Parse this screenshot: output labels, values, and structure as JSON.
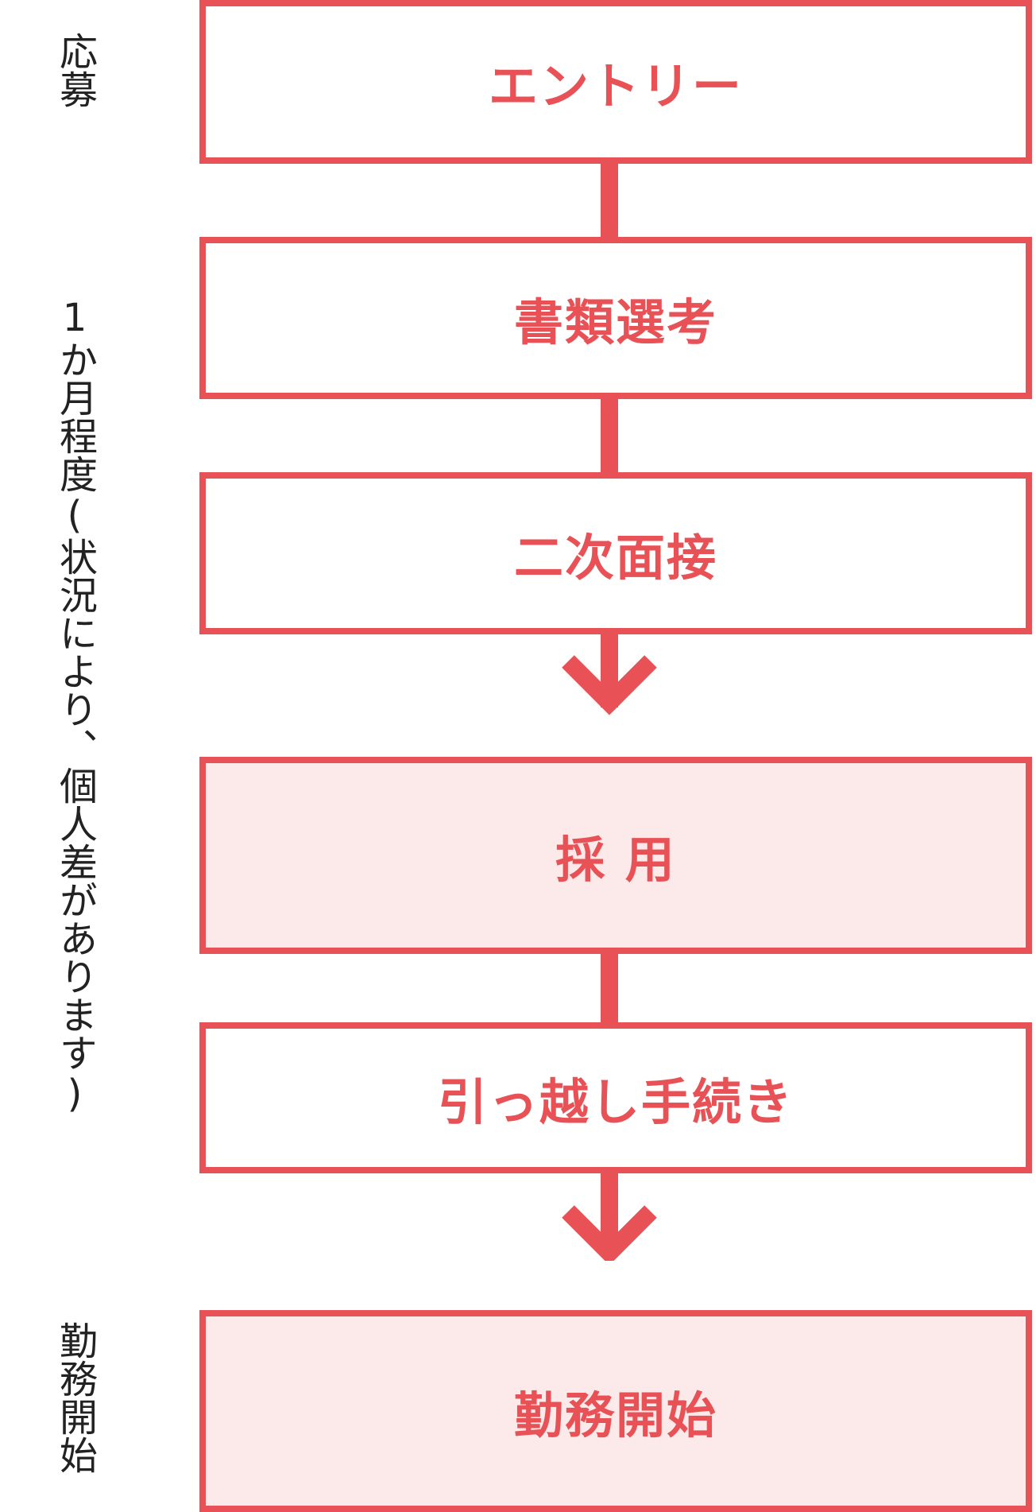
{
  "side_labels": {
    "apply": "応募",
    "duration": "1か月程度(状況により、個人差があります)",
    "start": "勤務開始"
  },
  "steps": {
    "entry": "エントリー",
    "document_screening": "書類選考",
    "second_interview": "二次面接",
    "hiring": "採 用",
    "relocation": "引っ越し手続き",
    "start_work": "勤務開始"
  },
  "colors": {
    "accent": "#e85155",
    "highlight_fill": "#fce9e9",
    "label_text": "#222222"
  },
  "icons": [
    "chevron-down-icon",
    "chevron-down-icon"
  ]
}
